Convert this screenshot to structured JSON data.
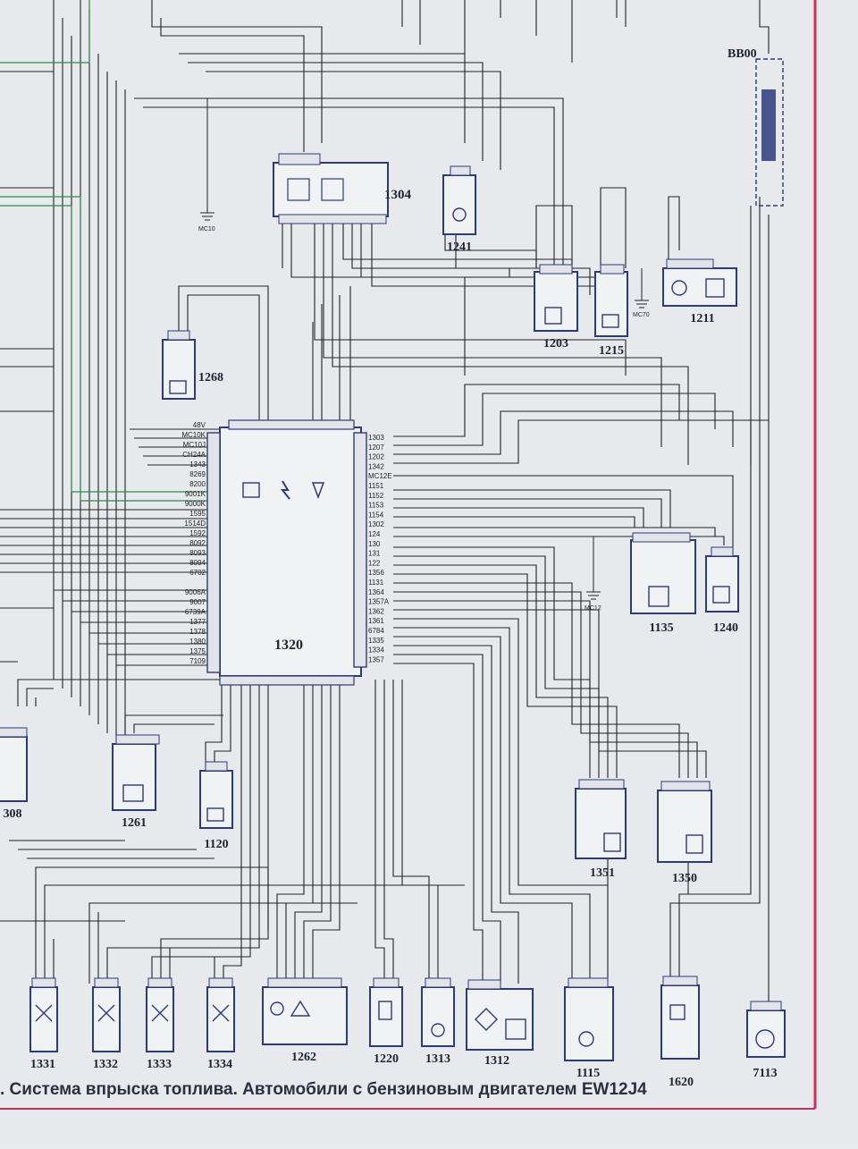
{
  "caption": ". Система впрыска топлива. Автомобили с бензиновым двигателем EW12J4",
  "components": {
    "ecu": "1320",
    "relay": "1304",
    "bb00": "BB00",
    "c1241": "1241",
    "c1203": "1203",
    "c1215": "1215",
    "c1211": "1211",
    "c1268": "1268",
    "c1135": "1135",
    "c1240": "1240",
    "c1261": "1261",
    "c1120": "1120",
    "c1308": "308",
    "c1351": "1351",
    "c1350": "1350",
    "c1331": "1331",
    "c1332": "1332",
    "c1333": "1333",
    "c1334": "1334",
    "c1262": "1262",
    "c1220": "1220",
    "c1313": "1313",
    "c1312": "1312",
    "c1115": "1115",
    "c1620": "1620",
    "c7113": "7113"
  },
  "grounds": {
    "mc10": "MC10",
    "mc70": "MC70",
    "mc12": "MC12"
  },
  "ecu_left_pins": [
    "48V",
    "MC10K",
    "MC10J",
    "CH24A",
    "1343",
    "8269",
    "8200",
    "9001K",
    "9000K",
    "1595",
    "1514D",
    "1592",
    "8092",
    "8093",
    "8094",
    "6702",
    "",
    "9006A",
    "9007",
    "6739A",
    "1377",
    "1378",
    "1380",
    "1375",
    "7109"
  ],
  "ecu_right_pins": [
    "1303",
    "1207",
    "1202",
    "1342",
    "MC12E",
    "1151",
    "1152",
    "1153",
    "1154",
    "1302",
    "124",
    "130",
    "131",
    "122",
    "1356",
    "1131",
    "1364",
    "1357A",
    "1362",
    "1361",
    "6784",
    "1335",
    "1334",
    "1357"
  ],
  "colors": {
    "box": "#2b3a7a",
    "wire": "#222222",
    "border": "#c8325a",
    "green": "#2a8a4a"
  }
}
